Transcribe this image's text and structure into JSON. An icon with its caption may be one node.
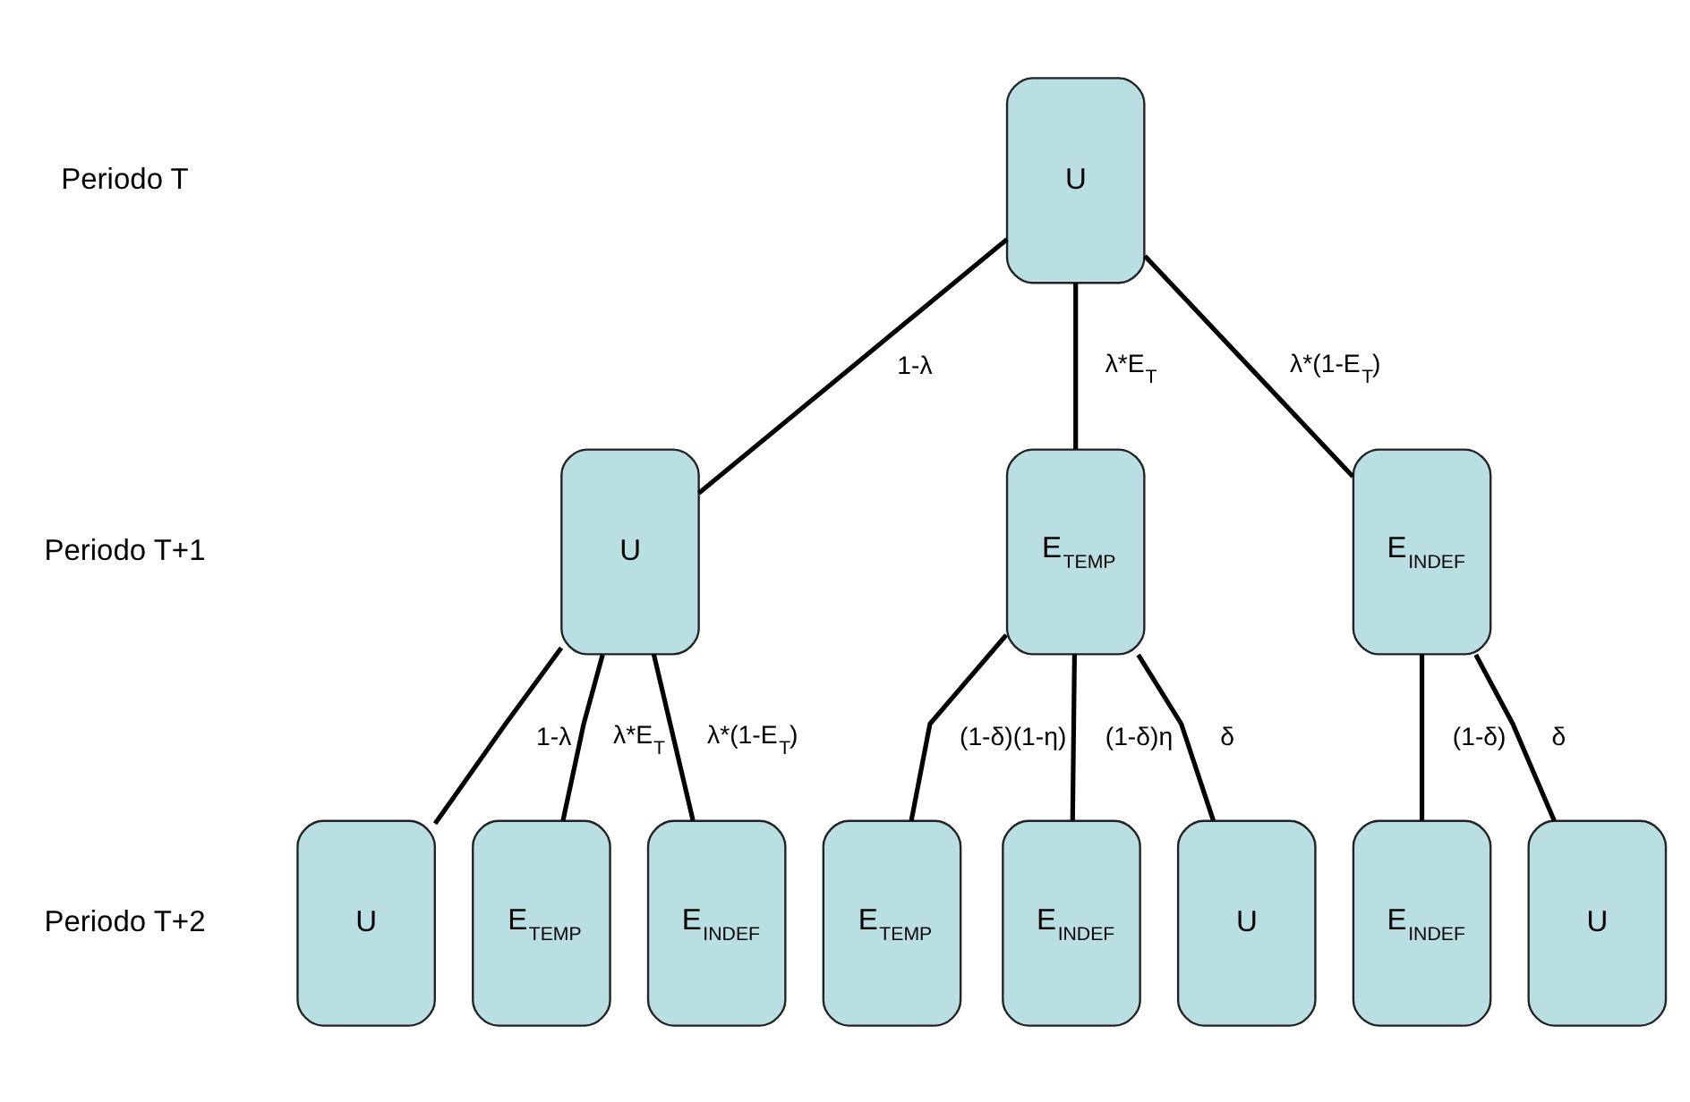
{
  "diagram": {
    "nodes": [
      {
        "text": [
          "U"
        ]
      },
      {
        "text": [
          "U"
        ]
      },
      {
        "text": [
          "E$_{TEMP}$"
        ]
      },
      {
        "text": [
          "E$_{INDEF}$"
        ]
      },
      {
        "text": [
          "U"
        ]
      },
      {
        "text": [
          "E$_{TEMP}$"
        ]
      },
      {
        "text": [
          "E$_{INDEF}$"
        ]
      },
      {
        "text": [
          "E$_{TEMP}$"
        ]
      },
      {
        "text": [
          "E$_{INDEF}$"
        ]
      },
      {
        "text": [
          "U"
        ]
      },
      {
        "text": [
          "E$_{INDEF}$"
        ]
      },
      {
        "text": [
          "U"
        ]
      }
    ],
    "edges": [
      {
        "from": 0,
        "to": 1,
        "arrow": "none",
        "label": "1-λ"
      },
      {
        "from": 0,
        "to": 2,
        "arrow": "none",
        "label": "λ*E$_{T}$"
      },
      {
        "from": 0,
        "to": 3,
        "arrow": "none",
        "label": "λ*(1-E$_{T}$)"
      },
      {
        "from": 1,
        "to": 4,
        "arrow": "none",
        "label": "1-λ"
      },
      {
        "from": 1,
        "to": 5,
        "arrow": "none",
        "label": "λ*E$_{T}$"
      },
      {
        "from": 1,
        "to": 6,
        "arrow": "none",
        "label": "λ*(1-E$_{T}$)"
      },
      {
        "from": 2,
        "to": 7,
        "arrow": "none",
        "label": "(1-δ)(1-η)"
      },
      {
        "from": 2,
        "to": 8,
        "arrow": "none",
        "label": "(1-δ)η"
      },
      {
        "from": 2,
        "to": 9,
        "arrow": "none",
        "label": "δ"
      },
      {
        "from": 3,
        "to": 10,
        "arrow": "none",
        "label": "(1-δ)"
      },
      {
        "from": 3,
        "to": 11,
        "arrow": "none",
        "label": "δ"
      }
    ],
    "labels": [
      "Periodo T",
      "Periodo T+1",
      "Periodo T+2"
    ]
  }
}
